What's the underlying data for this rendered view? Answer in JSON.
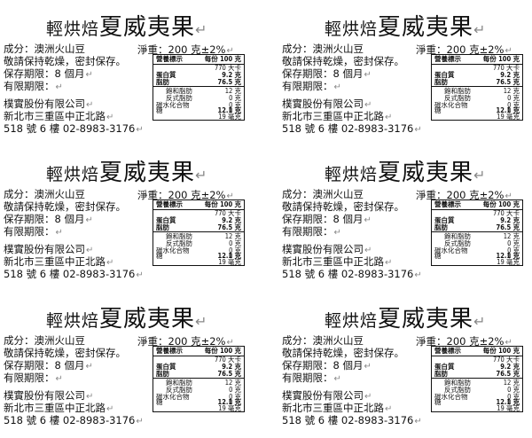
{
  "label": {
    "title_small": "輕烘焙",
    "title_big": "夏威夷果",
    "ingredients": "成分：澳洲火山豆",
    "net_weight": "淨重：200 克±2%",
    "storage": "敬請保持乾燥，密封保存。",
    "shelf_life": "保存期限：8 個月",
    "expiry": "有限期限：",
    "company": "樸實股份有限公司",
    "address1": "新北市三重區中正北路",
    "address2": "518 號 6 樓 02-8983-3176",
    "paragraph_mark": "↵",
    "nutrition": {
      "header_left": "營養標示",
      "header_right": "每份 100 克",
      "rows": [
        {
          "label": "",
          "value": "770 大卡"
        },
        {
          "label": "蛋白質",
          "value": "9.2 克"
        },
        {
          "label": "脂肪",
          "value": "76.5 克"
        },
        {
          "label": "飽和脂肪",
          "value": "12 克"
        },
        {
          "label": "反式脂肪",
          "value": "0 克"
        },
        {
          "label": "碳水化合物",
          "value": "0 克"
        },
        {
          "label": "糖",
          "value": "0 克"
        },
        {
          "label": "鈉",
          "value": "12.1 克"
        },
        {
          "label": "",
          "value": "19 毫克"
        }
      ]
    }
  },
  "labels": [
    {
      "id": "1"
    },
    {
      "id": "2"
    },
    {
      "id": "3"
    },
    {
      "id": "4"
    },
    {
      "id": "5"
    },
    {
      "id": "6"
    }
  ]
}
